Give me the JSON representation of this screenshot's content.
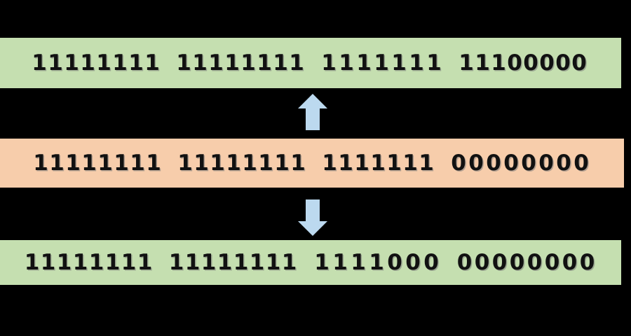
{
  "background_color": "#000000",
  "diagram": {
    "title_visible": false,
    "rows": [
      {
        "name": "top-mask-row",
        "fill_color": "#c5dfb0",
        "octets": [
          "11111111",
          "11111111",
          "1111111",
          "11100000"
        ],
        "bits": "11111111 11111111 1111111 11100000"
      },
      {
        "name": "middle-mask-row",
        "fill_color": "#f7cdab",
        "octets": [
          "11111111",
          "11111111",
          "1111111",
          "00000000"
        ],
        "bits": "11111111 11111111 1111111 00000000"
      },
      {
        "name": "bottom-mask-row",
        "fill_color": "#c5dfb0",
        "octets": [
          "11111111",
          "11111111",
          "1111000",
          "00000000"
        ],
        "bits": "11111111 11111111 1111000 00000000"
      }
    ],
    "arrows": [
      {
        "name": "arrow-up",
        "direction": "up",
        "color": "#bcd9ef"
      },
      {
        "name": "arrow-down",
        "direction": "down",
        "color": "#bcd9ef"
      }
    ]
  }
}
